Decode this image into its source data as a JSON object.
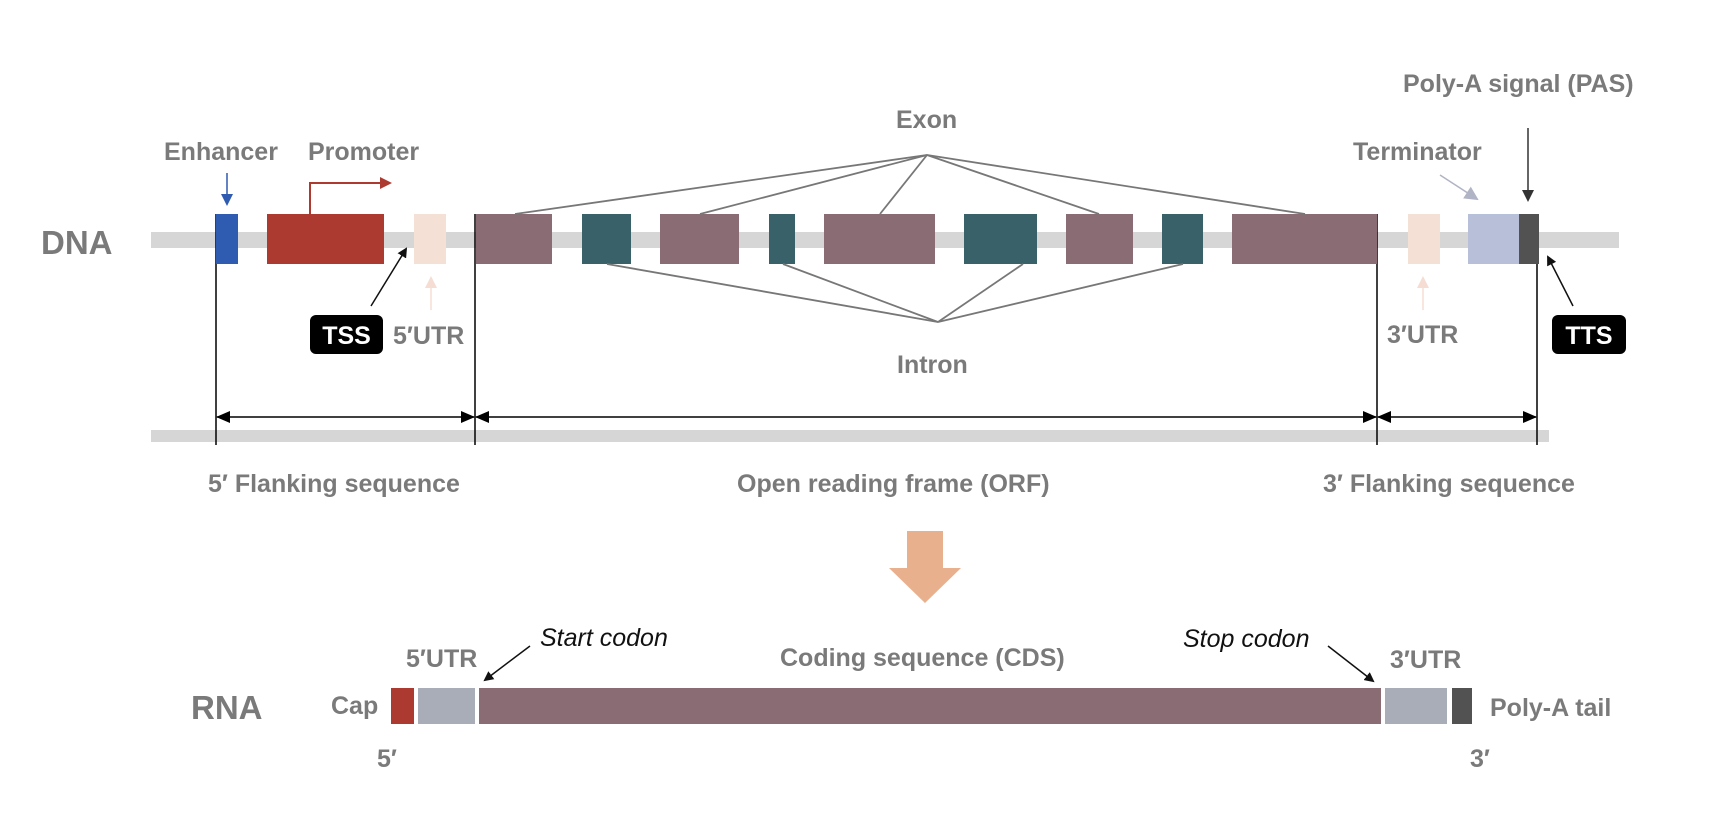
{
  "title": "Gene structure: DNA to RNA",
  "colors": {
    "strand": "#d6d6d6",
    "enhancer": "#2f5bb0",
    "promoter": "#ad3a30",
    "utr_dna": "#f5e0d6",
    "exon": "#8a6d74",
    "intron": "#386169",
    "terminator": "#b7c0d8",
    "pas": "#525252",
    "utr_rna": "#a9adb8",
    "cap": "#ad3a30",
    "polya": "#525252",
    "transcription_arrow": "#e9b08e",
    "label": "#7a7a7a",
    "badge": "#000000"
  },
  "dna": {
    "row_label": "DNA",
    "labels": {
      "enhancer": "Enhancer",
      "promoter": "Promoter",
      "tss": "TSS",
      "utr5": "5′UTR",
      "exon": "Exon",
      "intron": "Intron",
      "utr3": "3′UTR",
      "terminator": "Terminator",
      "pas": "Poly-A signal (PAS)",
      "tts": "TTS"
    },
    "segments": [
      {
        "type": "enhancer",
        "name": "Enhancer"
      },
      {
        "type": "promoter",
        "name": "Promoter"
      },
      {
        "type": "utr5",
        "name": "5′UTR"
      },
      {
        "type": "exon",
        "name": "Exon 1"
      },
      {
        "type": "intron",
        "name": "Intron 1"
      },
      {
        "type": "exon",
        "name": "Exon 2"
      },
      {
        "type": "intron",
        "name": "Intron 2"
      },
      {
        "type": "exon",
        "name": "Exon 3"
      },
      {
        "type": "intron",
        "name": "Intron 3"
      },
      {
        "type": "exon",
        "name": "Exon 4"
      },
      {
        "type": "intron",
        "name": "Intron 4"
      },
      {
        "type": "exon",
        "name": "Exon 5"
      },
      {
        "type": "utr3",
        "name": "3′UTR"
      },
      {
        "type": "terminator",
        "name": "Terminator"
      },
      {
        "type": "pas",
        "name": "Poly-A signal (PAS)"
      }
    ],
    "regions": [
      {
        "name": "5′ Flanking sequence"
      },
      {
        "name": "Open reading frame (ORF)"
      },
      {
        "name": "3′ Flanking sequence"
      }
    ]
  },
  "rna": {
    "row_label": "RNA",
    "labels": {
      "cap": "Cap",
      "utr5": "5′UTR",
      "start_codon": "Start codon",
      "cds": "Coding sequence (CDS)",
      "stop_codon": "Stop codon",
      "utr3": "3′UTR",
      "polya": "Poly-A tail",
      "end5": "5′",
      "end3": "3′"
    }
  }
}
